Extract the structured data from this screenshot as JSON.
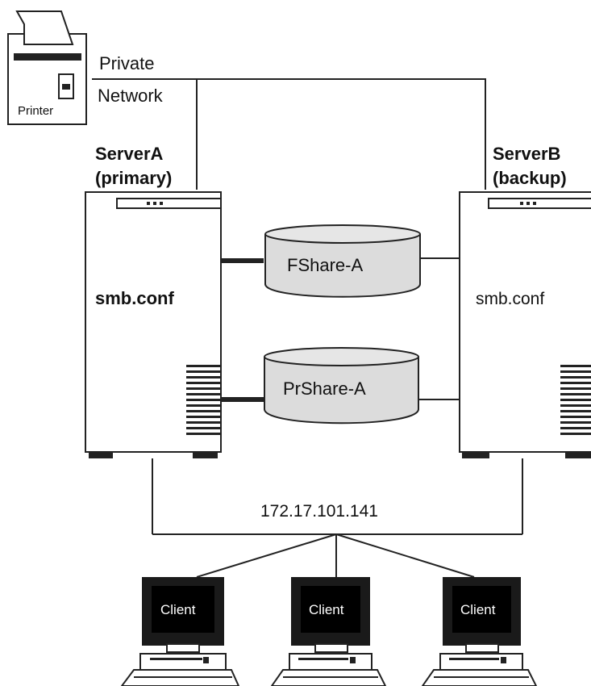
{
  "printer": {
    "label": "Printer"
  },
  "network": {
    "private_line1": "Private",
    "private_line2": "Network",
    "public_ip": "172.17.101.141"
  },
  "server_a": {
    "name": "ServerA",
    "role": "(primary)",
    "config": "smb.conf"
  },
  "server_b": {
    "name": "ServerB",
    "role": "(backup)",
    "config": "smb.conf"
  },
  "shares": [
    {
      "name": "FShare-A"
    },
    {
      "name": "PrShare-A"
    }
  ],
  "clients": [
    {
      "label": "Client"
    },
    {
      "label": "Client"
    },
    {
      "label": "Client"
    }
  ],
  "colors": {
    "line": "#222222",
    "disk_fill": "#dcdcdc",
    "server_fill": "#ffffff",
    "monitor_bezel": "#1a1a1a",
    "monitor_screen": "#000000",
    "monitor_text": "#ffffff"
  }
}
